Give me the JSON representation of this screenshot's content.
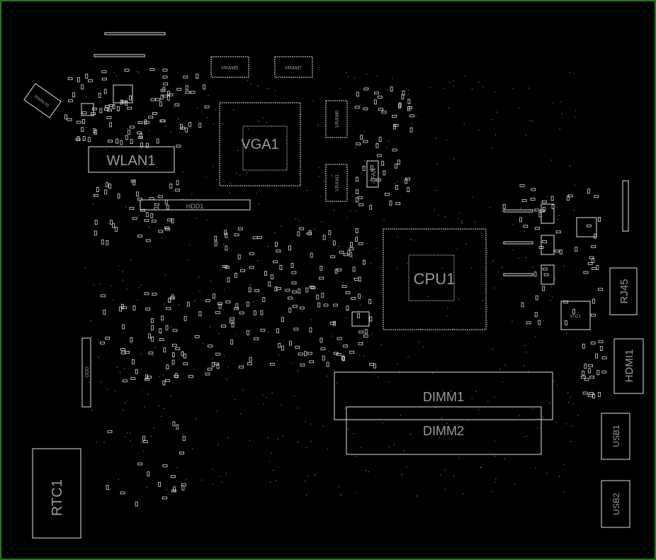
{
  "board": {
    "components": {
      "wlan": "WLAN1",
      "hdd": "HDD1",
      "vga": "VGA1",
      "vram_a": "VRAM5",
      "vram_b": "VRAM7",
      "vram_c": "VRAM6",
      "vram_d": "VRAM1",
      "fan": "FAN",
      "cpu": "CPU1",
      "rj45": "RJ45",
      "hdmi": "HDMI1",
      "dimm1": "DIMM1",
      "dimm2": "DIMM2",
      "usb1": "USB1",
      "usb2": "USB2",
      "rtc": "RTC1",
      "odd": "ODD",
      "pwr": "PWRLN1",
      "xfo": "XFO1"
    },
    "colors": {
      "background": "#000000",
      "outline": "#e0e0e0",
      "label": "#9a9a9a",
      "border": "#1f7a1f",
      "via": "#3a8a8a"
    }
  }
}
